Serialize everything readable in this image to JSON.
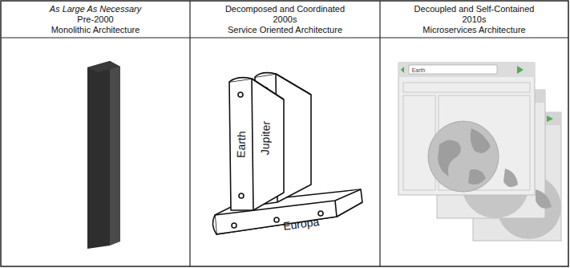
{
  "diagram": {
    "nodes": [
      {
        "text": [
          "As Large As Necessary",
          "Pre-2000",
          "Monolithic Architecture"
        ]
      },
      {
        "text": [
          "Decomposed and Coordinated",
          "2000s",
          "Service Oriented Architecture"
        ]
      },
      {
        "text": [
          "Decoupled and Self-Contained",
          "2010s",
          "Microservices Architecture"
        ]
      }
    ],
    "labels": [
      "Earth",
      "Jupiter",
      "Europa",
      "Earth"
    ]
  }
}
